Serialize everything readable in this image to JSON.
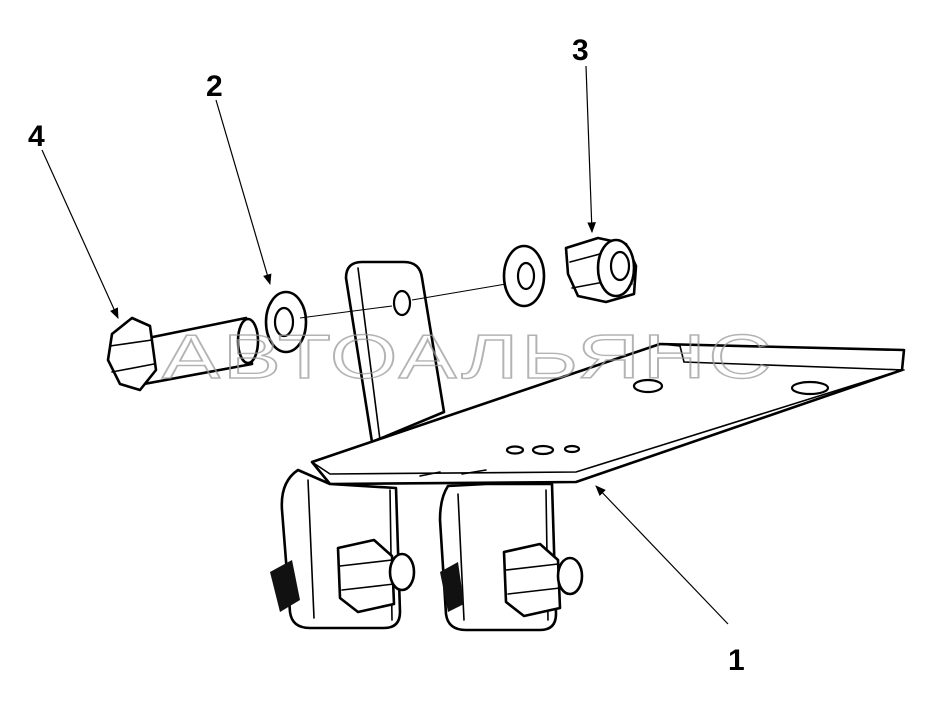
{
  "callouts": [
    {
      "id": "1",
      "label": "1"
    },
    {
      "id": "2",
      "label": "2"
    },
    {
      "id": "3",
      "label": "3"
    },
    {
      "id": "4",
      "label": "4"
    }
  ],
  "watermark": "АВТОАЛЬЯНС"
}
